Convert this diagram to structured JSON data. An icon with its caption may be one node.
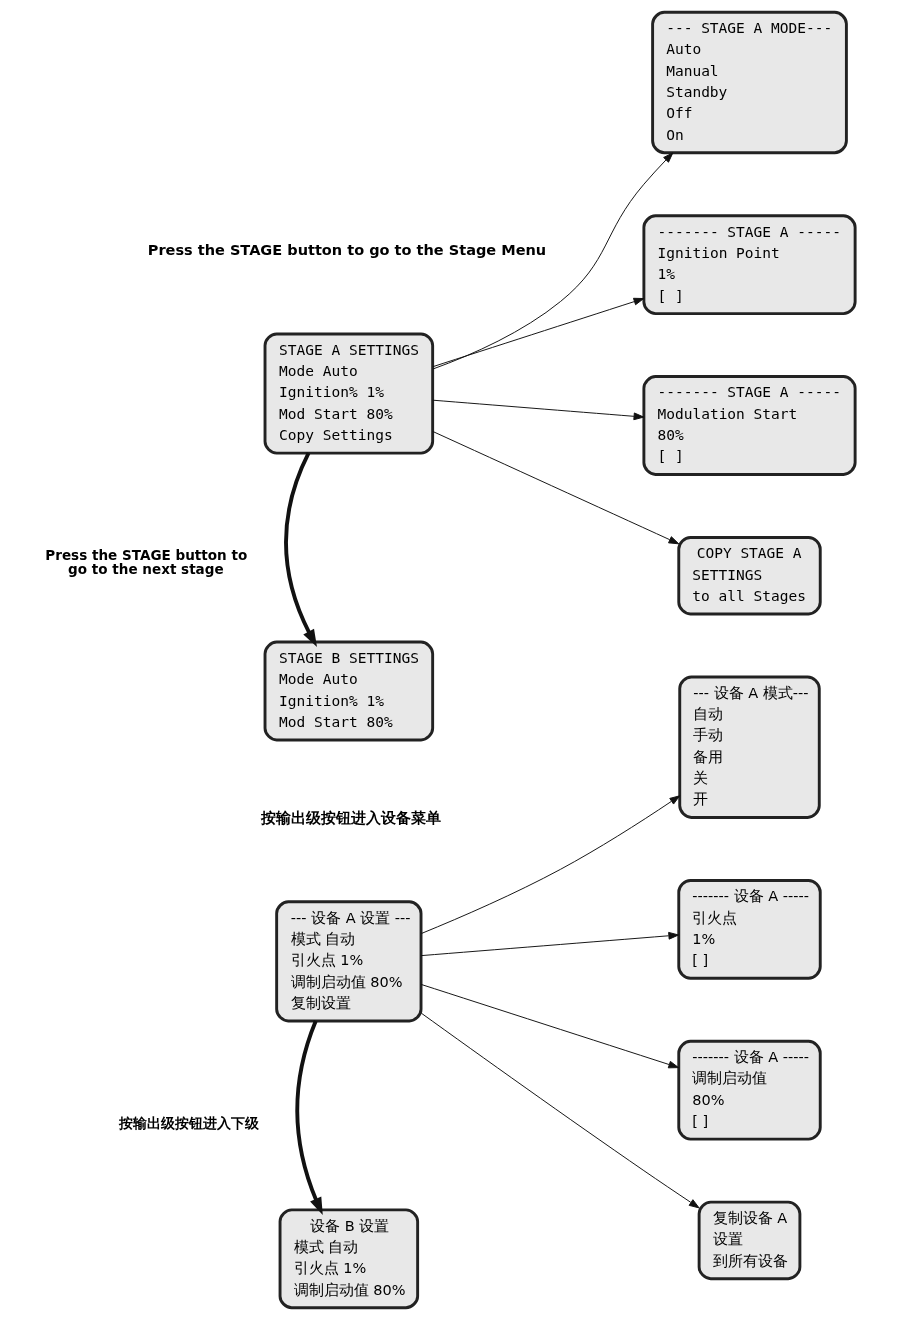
{
  "diagram": {
    "nodes": [
      {
        "text": [
          "STAGE A SETTINGS",
          "Mode Auto",
          "Ignition% 1%",
          "Mod Start 80%",
          "Copy Settings"
        ]
      },
      {
        "text": [
          "--- STAGE A MODE---",
          "Auto",
          "Manual",
          "Standby",
          "Off",
          "On"
        ]
      },
      {
        "text": [
          "------- STAGE A -----",
          "Ignition Point",
          "1%",
          "[ ]"
        ]
      },
      {
        "text": [
          "------- STAGE A -----",
          "Modulation Start",
          "80%",
          "[ ]"
        ]
      },
      {
        "text": [
          "COPY STAGE A",
          "SETTINGS",
          "to all Stages"
        ]
      },
      {
        "text": [
          "STAGE B SETTINGS",
          "Mode Auto",
          "Ignition% 1%",
          "Mod Start 80%"
        ]
      },
      {
        "text": [
          "--- 设备 A 设置 ---",
          "模式 自动",
          "引火点 1%",
          "调制启动值 80%",
          "复制设置"
        ]
      },
      {
        "text": [
          "--- 设备 A 模式---",
          "自动",
          "手动",
          "备用",
          "关",
          "开"
        ]
      },
      {
        "text": [
          "------- 设备 A -----",
          "引火点",
          "1%",
          "[ ]"
        ]
      },
      {
        "text": [
          "------- 设备 A -----",
          "调制启动值",
          "80%",
          "[ ]"
        ]
      },
      {
        "text": [
          "复制设备 A",
          "设置",
          "到所有设备"
        ]
      },
      {
        "text": [
          "设备 B 设置",
          "模式 自动",
          "引火点 1%",
          "调制启动值 80%"
        ]
      }
    ],
    "edges": [
      {
        "from": 0,
        "to": 1,
        "arrow": "to"
      },
      {
        "from": 0,
        "to": 2,
        "arrow": "to"
      },
      {
        "from": 0,
        "to": 3,
        "arrow": "to"
      },
      {
        "from": 0,
        "to": 4,
        "arrow": "to"
      },
      {
        "from": 0,
        "to": 5,
        "arrow": "to",
        "style": "thick",
        "label": "Press the STAGE button to go to the next stage"
      },
      {
        "from": 6,
        "to": 7,
        "arrow": "to"
      },
      {
        "from": 6,
        "to": 8,
        "arrow": "to"
      },
      {
        "from": 6,
        "to": 9,
        "arrow": "to"
      },
      {
        "from": 6,
        "to": 10,
        "arrow": "to"
      },
      {
        "from": 6,
        "to": 11,
        "arrow": "to",
        "style": "thick",
        "label": "按输出级按钮进入下级"
      }
    ],
    "labels": [
      "Press the STAGE button to go to the Stage Menu",
      "按输出级按钮进入设备菜单"
    ]
  }
}
